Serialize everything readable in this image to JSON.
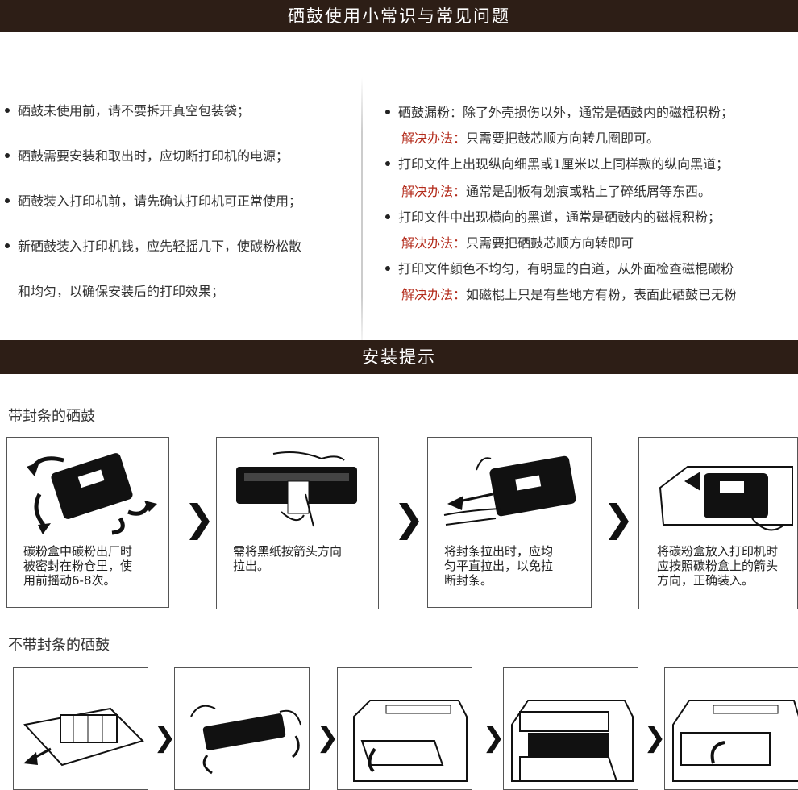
{
  "section1": {
    "title": "硒鼓使用小常识与常见问题",
    "left_items": [
      "硒鼓未使用前，请不要拆开真空包装袋；",
      "硒鼓需要安装和取出时，应切断打印机的电源；",
      "硒鼓装入打印机前，请先确认打印机可正常使用；",
      "新硒鼓装入打印机钱，应先轻摇几下，使碳粉松散",
      "和均匀，以确保安装后的打印效果；"
    ],
    "right_items": [
      {
        "problem": "硒鼓漏粉：除了外壳损伤以外，通常是硒鼓内的磁棍积粉；",
        "label": "解决办法：",
        "solution": "只需要把鼓芯顺方向转几圈即可。"
      },
      {
        "problem": "打印文件上出现纵向细黑或1厘米以上同样款的纵向黑道；",
        "label": "解决办法：",
        "solution": "通常是刮板有划痕或粘上了碎纸屑等东西。"
      },
      {
        "problem": "打印文件中出现横向的黑道，通常是硒鼓内的磁棍积粉；",
        "label": "解决办法：",
        "solution": "只需要把硒鼓芯顺方向转即可"
      },
      {
        "problem": "打印文件颜色不均匀，有明显的白道，从外面检查磁棍碳粉",
        "label": "解决办法：",
        "solution": "如磁棍上只是有些地方有粉，表面此硒鼓已无粉"
      }
    ]
  },
  "section2": {
    "title": "安装提示",
    "with_seal": {
      "heading": "带封条的硒鼓",
      "steps": [
        {
          "caption_lines": [
            "碳粉盒中碳粉出厂时",
            "被密封在粉仓里，使",
            "用前摇动6-8次。"
          ]
        },
        {
          "caption_lines": [
            "需将黑纸按箭头方向",
            "拉出。"
          ]
        },
        {
          "caption_lines": [
            "将封条拉出时，应均",
            "匀平直拉出，以免拉",
            "断封条。"
          ]
        },
        {
          "caption_lines": [
            "将碳粉盒放入打印机时",
            "应按照碳粉盒上的箭头",
            "方向，正确装入。"
          ]
        }
      ],
      "arrow": "❯"
    },
    "without_seal": {
      "heading": "不带封条的硒鼓",
      "arrow": "❯"
    }
  }
}
